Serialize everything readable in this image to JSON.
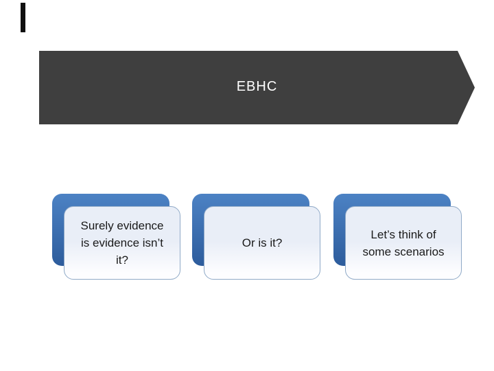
{
  "slide": {
    "banner": {
      "title": "EBHC"
    },
    "boxes": [
      {
        "text": "Surely evidence\nis evidence isn’t\nit?"
      },
      {
        "text": "Or is it?"
      },
      {
        "text": "Let’s think of\nsome scenarios"
      }
    ]
  },
  "theme": {
    "slide_bg": "#FFFFFF",
    "banner_bg": "#3F3F3F",
    "banner_text": "#FFFFFF",
    "plate_blue_top": "#4C82C4",
    "plate_blue_bottom": "#2D5C9C",
    "card_bg_top": "#E9EEF7",
    "card_bg_bottom": "#FDFDFF",
    "card_border": "#8FA9C7",
    "body_text": "#1A1A1A",
    "corner_mark": "#101010"
  }
}
